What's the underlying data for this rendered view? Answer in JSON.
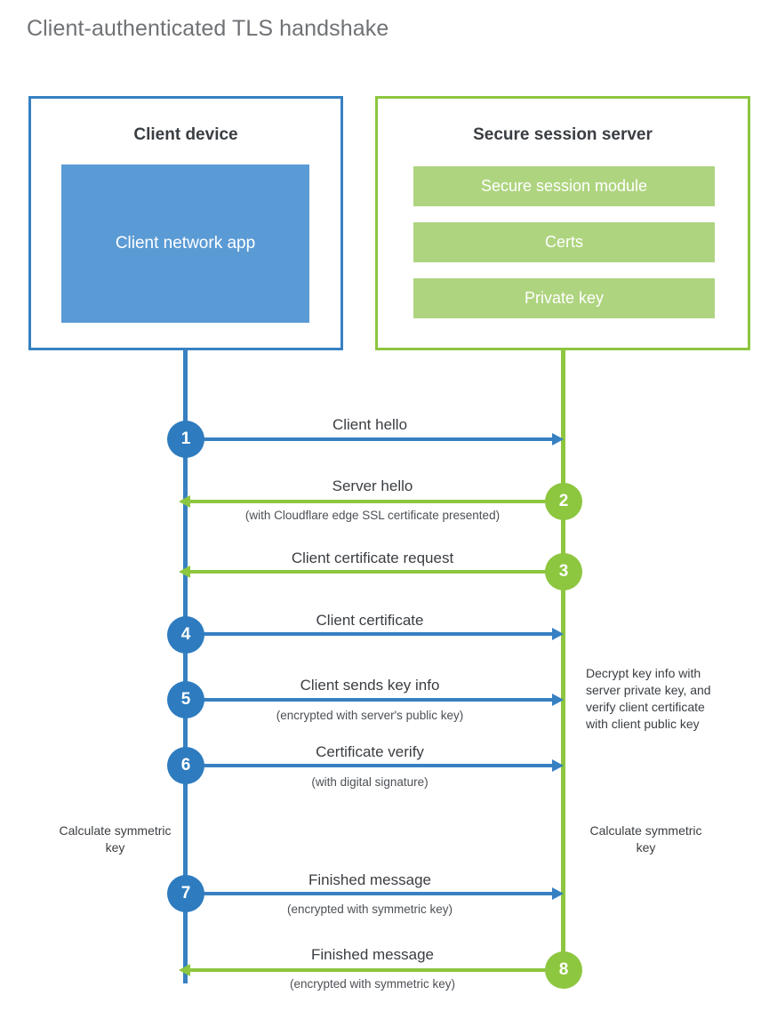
{
  "title": "Client-authenticated TLS handshake",
  "colors": {
    "client_blue": "#3780c2",
    "client_app_blue": "#5b9bd5",
    "badge_blue": "#2e7cbf",
    "server_green": "#8dc63f",
    "server_module_green": "#aed47f",
    "title_gray": "#6f7275",
    "text_dark": "#3a3e42",
    "background": "#ffffff"
  },
  "client": {
    "title": "Client device",
    "app_label": "Client network app"
  },
  "server": {
    "title": "Secure session server",
    "modules": [
      {
        "label": "Secure session module"
      },
      {
        "label": "Certs"
      },
      {
        "label": "Private key"
      }
    ]
  },
  "notes": {
    "server_decrypt": "Decrypt key info with server private key, and verify client certificate with client public key",
    "client_calculate": "Calculate symmetric key",
    "server_calculate": "Calculate symmetric key"
  },
  "steps": [
    {
      "number": "1",
      "label": "Client hello",
      "sublabel": "",
      "direction": "client-to-server"
    },
    {
      "number": "2",
      "label": "Server hello",
      "sublabel": "(with Cloudflare edge SSL certificate presented)",
      "direction": "server-to-client"
    },
    {
      "number": "3",
      "label": "Client certificate request",
      "sublabel": "",
      "direction": "server-to-client"
    },
    {
      "number": "4",
      "label": "Client certificate",
      "sublabel": "",
      "direction": "client-to-server"
    },
    {
      "number": "5",
      "label": "Client sends key info",
      "sublabel": "(encrypted with server's public key)",
      "direction": "client-to-server"
    },
    {
      "number": "6",
      "label": "Certificate verify",
      "sublabel": "(with digital signature)",
      "direction": "client-to-server"
    },
    {
      "number": "7",
      "label": "Finished message",
      "sublabel": "(encrypted with symmetric key)",
      "direction": "client-to-server"
    },
    {
      "number": "8",
      "label": "Finished message",
      "sublabel": "(encrypted with symmetric key)",
      "direction": "server-to-client"
    }
  ]
}
